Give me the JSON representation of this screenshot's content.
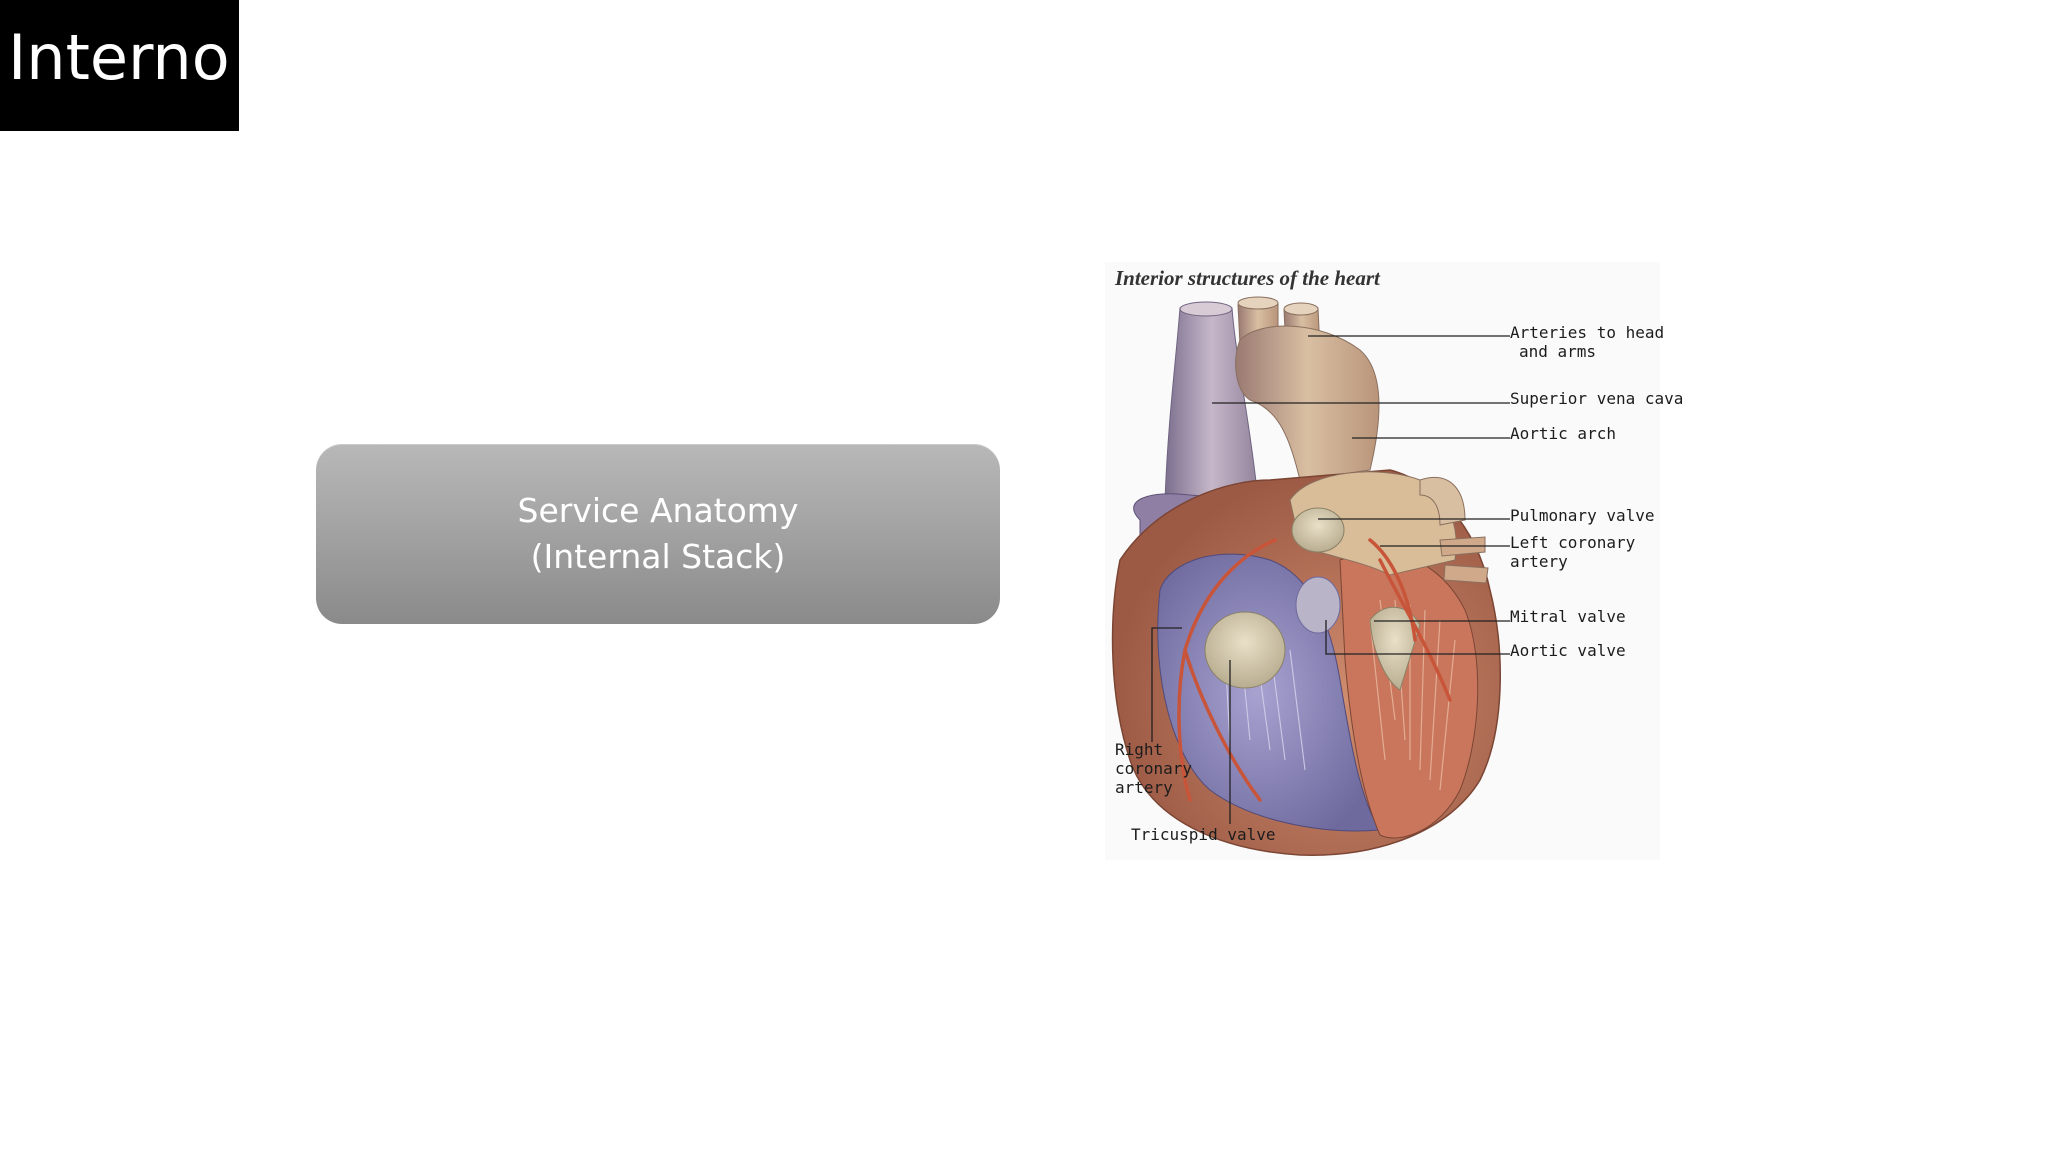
{
  "header": {
    "brand": "Interno"
  },
  "service_box": {
    "line1": "Service Anatomy",
    "line2": "(Internal Stack)"
  },
  "figure": {
    "title": "Interior structures of the heart",
    "labels": {
      "arteries_line1": "Arteries to head",
      "arteries_line2": "and arms",
      "superior_vena_cava": "Superior vena cava",
      "aortic_arch": "Aortic arch",
      "pulmonary_valve": "Pulmonary valve",
      "left_coronary_line1": "Left coronary",
      "left_coronary_line2": "artery",
      "mitral_valve": "Mitral valve",
      "aortic_valve": "Aortic valve",
      "right_coronary_line1": "Right",
      "right_coronary_line2": "coronary",
      "right_coronary_line3": "artery",
      "tricuspid_valve": "Tricuspid valve"
    }
  },
  "colors": {
    "brand_bg": "#000000",
    "brand_text": "#ffffff",
    "box_top": "#b8b8b8",
    "box_bottom": "#8a8a8a",
    "artery": "#c8553a",
    "vein": "#8b84b8",
    "aorta": "#c9a888",
    "muscle": "#b86a52"
  }
}
